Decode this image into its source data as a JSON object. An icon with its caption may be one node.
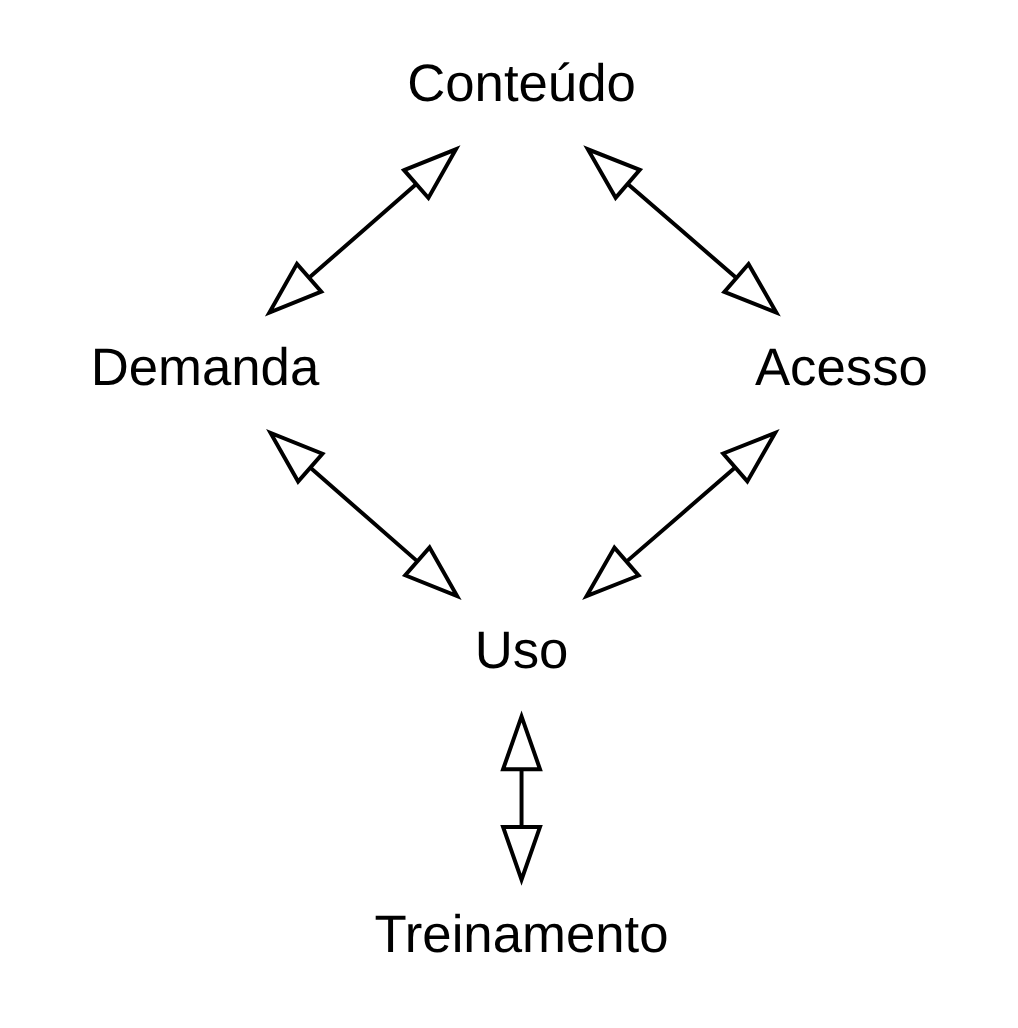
{
  "diagram": {
    "nodes": [
      {
        "text": [
          "Conteúdo"
        ]
      },
      {
        "text": [
          "Demanda"
        ]
      },
      {
        "text": [
          "Acesso"
        ]
      },
      {
        "text": [
          "Uso"
        ]
      },
      {
        "text": [
          "Treinamento"
        ]
      }
    ],
    "edges": [
      {
        "from": 0,
        "to": 1,
        "arrow": "both"
      },
      {
        "from": 0,
        "to": 2,
        "arrow": "both"
      },
      {
        "from": 1,
        "to": 3,
        "arrow": "both"
      },
      {
        "from": 2,
        "to": 3,
        "arrow": "both"
      },
      {
        "from": 3,
        "to": 4,
        "arrow": "both"
      }
    ]
  }
}
